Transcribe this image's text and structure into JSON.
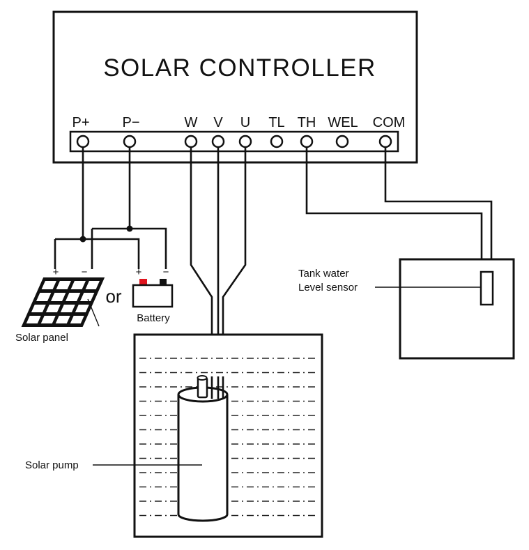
{
  "controller": {
    "title": "SOLAR CONTROLLER",
    "terminals": [
      "P+",
      "P−",
      "W",
      "V",
      "U",
      "TL",
      "TH",
      "WEL",
      "COM"
    ]
  },
  "solar_panel": {
    "label": "Solar panel",
    "plus": "+",
    "minus": "−"
  },
  "or_text": "or",
  "battery": {
    "label": "Battery",
    "plus": "+",
    "minus": "−",
    "positive_color": "#e0141e"
  },
  "tank": {
    "sensor_label_line1": "Tank water",
    "sensor_label_line2": "Level sensor"
  },
  "well": {
    "pump_label": "Solar pump"
  }
}
